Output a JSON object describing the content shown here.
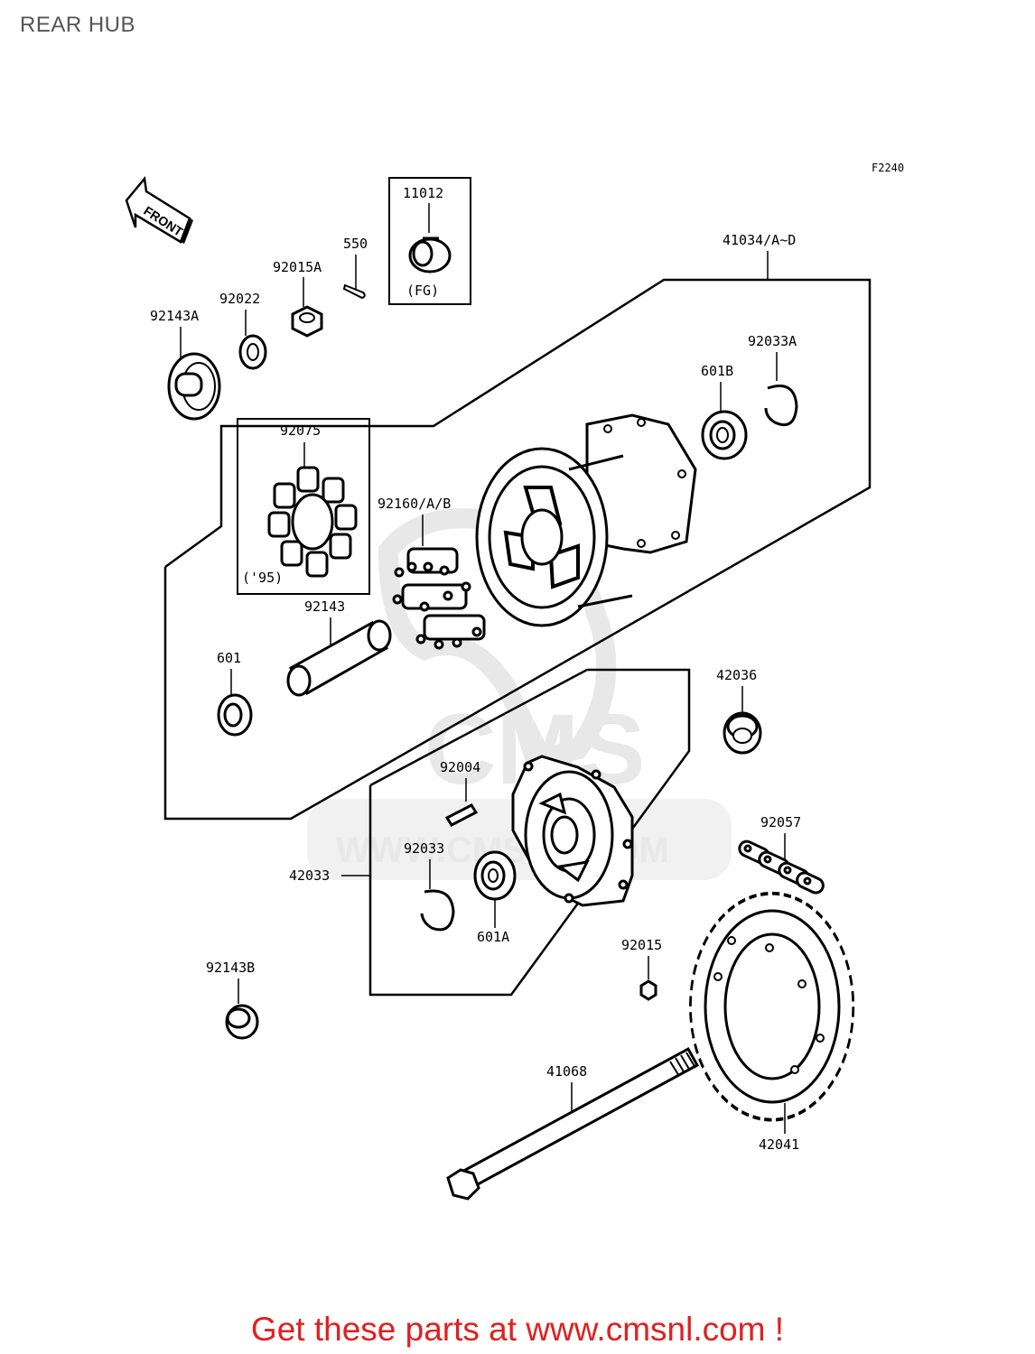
{
  "header": {
    "title": "REAR HUB"
  },
  "diagram": {
    "figure_code": "F2240",
    "front_label": "FRONT",
    "watermark": {
      "logo": "CMS",
      "url": "WWW.CMSNL.COM"
    },
    "parts": [
      {
        "id": "11012",
        "note": "(FG)"
      },
      {
        "id": "550"
      },
      {
        "id": "92015A"
      },
      {
        "id": "92022"
      },
      {
        "id": "92143A"
      },
      {
        "id": "41034/A~D"
      },
      {
        "id": "92033A"
      },
      {
        "id": "601B"
      },
      {
        "id": "92075",
        "note": "('95)"
      },
      {
        "id": "92160/A/B"
      },
      {
        "id": "92143"
      },
      {
        "id": "601"
      },
      {
        "id": "42036"
      },
      {
        "id": "92004"
      },
      {
        "id": "92033"
      },
      {
        "id": "42033"
      },
      {
        "id": "601A"
      },
      {
        "id": "92057"
      },
      {
        "id": "92015"
      },
      {
        "id": "92143B"
      },
      {
        "id": "41068"
      },
      {
        "id": "42041"
      }
    ]
  },
  "footer": {
    "cta": "Get these parts at www.cmsnl.com !"
  }
}
